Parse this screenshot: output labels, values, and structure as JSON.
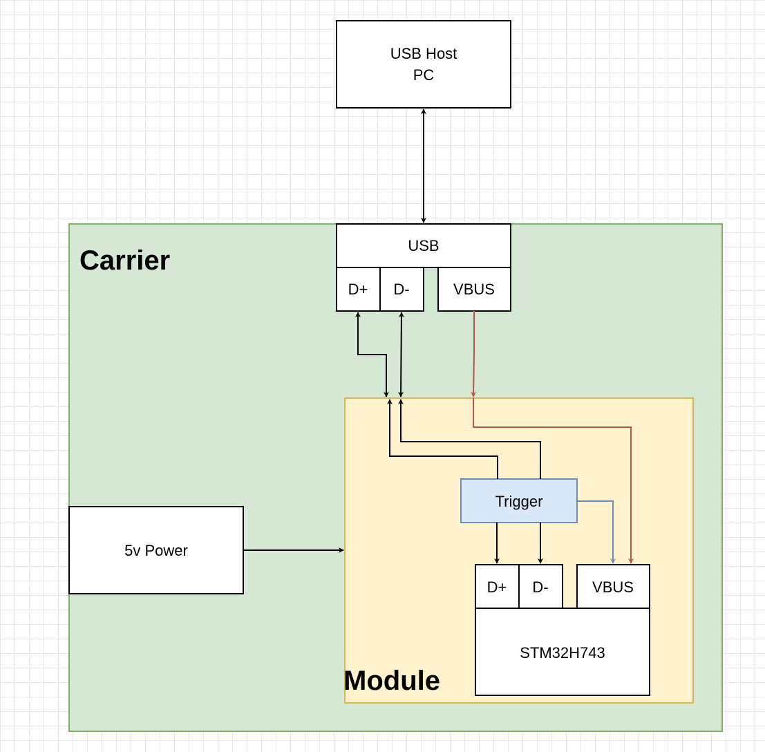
{
  "usb_host": {
    "line1": "USB Host",
    "line2": "PC"
  },
  "carrier": {
    "label": "Carrier",
    "usb": {
      "title": "USB",
      "dplus": "D+",
      "dminus": "D-",
      "vbus": "VBUS"
    }
  },
  "power": {
    "label": "5v Power"
  },
  "module": {
    "label": "Module",
    "trigger": "Trigger",
    "mcu": {
      "name": "STM32H743",
      "dplus": "D+",
      "dminus": "D-",
      "vbus": "VBUS"
    }
  },
  "colors": {
    "carrier_fill": "#d5e8d4",
    "carrier_stroke": "#82b366",
    "module_fill": "#fff2cc",
    "module_stroke": "#d6b656",
    "trigger_fill": "#dae8fc",
    "trigger_stroke": "#6c8ebf",
    "vbus_wire": "#b85450",
    "trigger_wire": "#6c8ebf"
  }
}
